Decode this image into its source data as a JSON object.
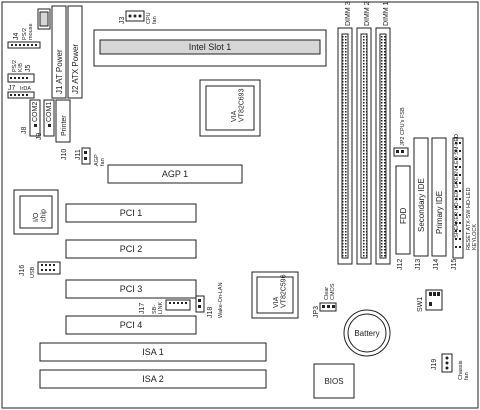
{
  "labels": {
    "cpu_fan_id": "J3",
    "cpu_fan_name": "CPU\nfan",
    "slot1": "Intel Slot 1",
    "ps2_mouse_id": "J4",
    "ps2_mouse_name": "PS/2\nmouse",
    "ps2_kb_id": "J5",
    "ps2_kb_name": "PS/2\nK/B",
    "j6_id": "J6",
    "j7_id": "J7",
    "irda_name": "IrDA",
    "j1_name": "J1 AT Power",
    "j2_name": "J2 ATX Power",
    "com2_id": "J8",
    "com2_name": "COM2",
    "com1_id": "J9",
    "com1_name": "COM1",
    "printer_id": "J10",
    "printer_name": "Printer",
    "chip1_name": "VIA\nVT82C693",
    "dimm3": "DIMM 3",
    "dimm2": "DIMM 2",
    "dimm1": "DIMM 1",
    "jp2_name": "JP2 CPU's FSB",
    "fdd_id": "J12",
    "fdd_name": "FDD",
    "sec_ide_id": "J13",
    "sec_ide_name": "Secondary IDE",
    "pri_ide_id": "J14",
    "pri_ide_name": "Primary IDE",
    "front_panel_id": "J15",
    "front_panel_top": "SPEAKER  HD-LED  GREEN-LED  SM-LED",
    "front_panel_mid": "RESET  ATX-SW  HD-LED",
    "front_panel_bot": "KEYLOCK",
    "agp_fan_id": "J11",
    "agp_fan_name": "AGP\nfan",
    "agp": "AGP 1",
    "io_chip": "I/O\nchip",
    "pci1": "PCI 1",
    "pci2": "PCI 2",
    "pci3": "PCI 3",
    "pci4": "PCI 4",
    "usb_id": "J16",
    "usb_name": "USB",
    "sb_link_id": "J17",
    "sb_link_name": "SB-\nLINK",
    "wol_id": "J18",
    "wol_name": "Wake-On-LAN",
    "chip2_name": "VIA\nVT82C596",
    "jp3_id": "JP3",
    "jp3_name": "Clear\nCMOS",
    "battery": "Battery",
    "sw1": "SW1",
    "isa1": "ISA 1",
    "isa2": "ISA 2",
    "bios": "BIOS",
    "chassis_fan_id": "J19",
    "chassis_fan_name": "Chassis\nfan"
  },
  "colors": {
    "ink": "#222222",
    "board": "#ffffff",
    "shade": "#d6d6d6"
  }
}
